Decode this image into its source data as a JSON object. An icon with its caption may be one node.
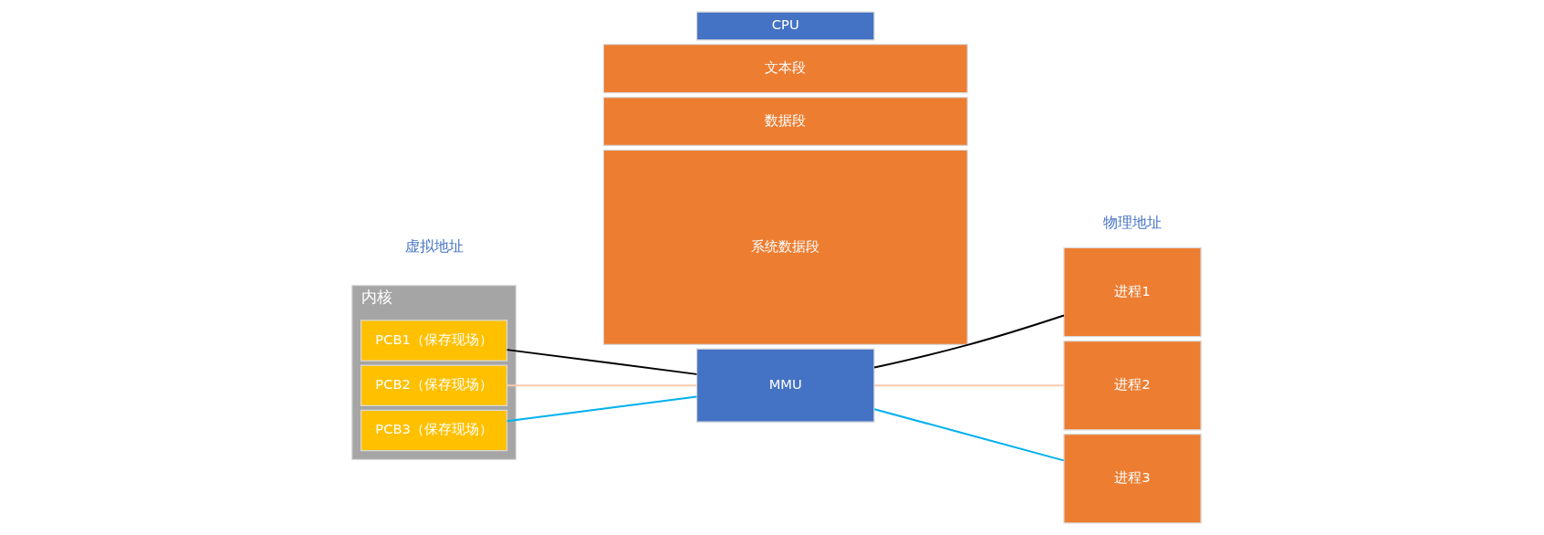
{
  "diagram": {
    "nodes": [
      {
        "text": [
          "内核"
        ]
      },
      {
        "text": [
          "PCB1（保存现场）"
        ],
        "in": 0
      },
      {
        "text": [
          "PCB2（保存现场）"
        ],
        "in": 0
      },
      {
        "text": [
          "PCB3（保存现场）"
        ],
        "in": 0
      },
      {
        "text": [
          "系统数据段"
        ]
      },
      {
        "text": [
          "数据段"
        ]
      },
      {
        "text": [
          "文本段"
        ]
      },
      {
        "text": [
          "CPU"
        ]
      },
      {
        "text": [
          "MMU"
        ]
      },
      {
        "text": [
          "进程1"
        ]
      },
      {
        "text": [
          "进程2"
        ]
      },
      {
        "text": [
          "进程3"
        ]
      }
    ],
    "edges": [
      {
        "from": 1,
        "to": 8,
        "arrow": "none"
      },
      {
        "from": 2,
        "to": 8,
        "arrow": "none",
        "color": "#f8cbad"
      },
      {
        "from": 3,
        "to": 8,
        "arrow": "none",
        "color": "#00b0f0"
      },
      {
        "from": 8,
        "to": 9,
        "arrow": "none"
      },
      {
        "from": 8,
        "to": 10,
        "arrow": "none",
        "color": "#f8cbad"
      },
      {
        "from": 8,
        "to": 11,
        "arrow": "none",
        "color": "#00b0f0"
      }
    ],
    "labels": [
      "虚拟地址",
      "物理地址"
    ]
  }
}
